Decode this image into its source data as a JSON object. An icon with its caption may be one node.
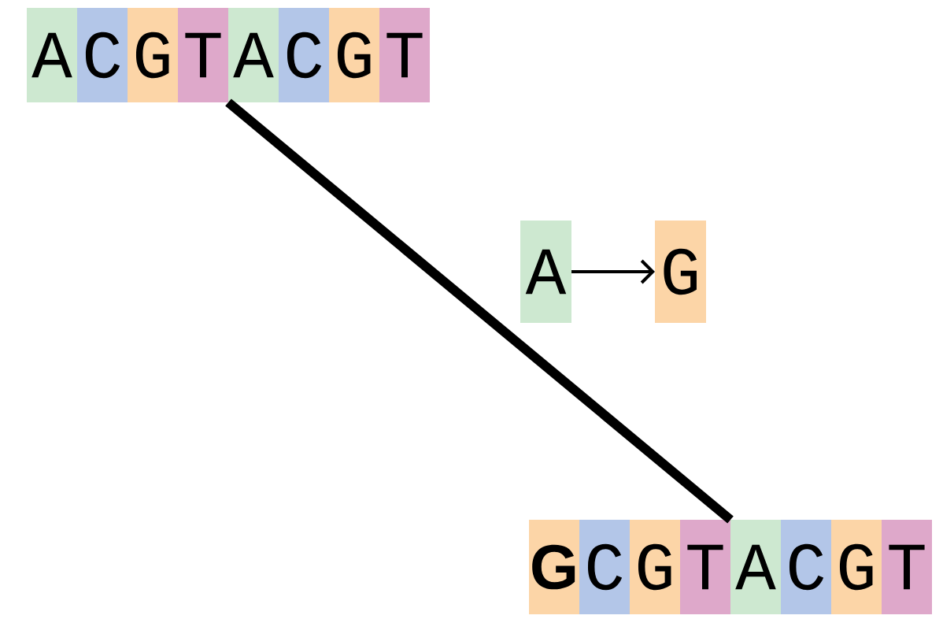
{
  "diagram": {
    "nodes": [
      {
        "text": [
          "A"
        ]
      },
      {
        "text": [
          "C"
        ]
      },
      {
        "text": [
          "G"
        ]
      },
      {
        "text": [
          "T"
        ]
      },
      {
        "text": [
          "A"
        ]
      },
      {
        "text": [
          "C"
        ]
      },
      {
        "text": [
          "G"
        ]
      },
      {
        "text": [
          "T"
        ]
      },
      {
        "text": [
          "A"
        ]
      },
      {
        "text": [
          "G"
        ]
      },
      {
        "text": [
          "G"
        ]
      },
      {
        "text": [
          "C"
        ]
      },
      {
        "text": [
          "G"
        ]
      },
      {
        "text": [
          "T"
        ]
      },
      {
        "text": [
          "A"
        ]
      },
      {
        "text": [
          "C"
        ]
      },
      {
        "text": [
          "G"
        ]
      },
      {
        "text": [
          "T"
        ]
      }
    ],
    "edges": [
      {
        "from": 4,
        "to": 14,
        "arrow": "none",
        "style": "thick"
      },
      {
        "from": 8,
        "to": 9,
        "arrow": "to"
      }
    ]
  }
}
